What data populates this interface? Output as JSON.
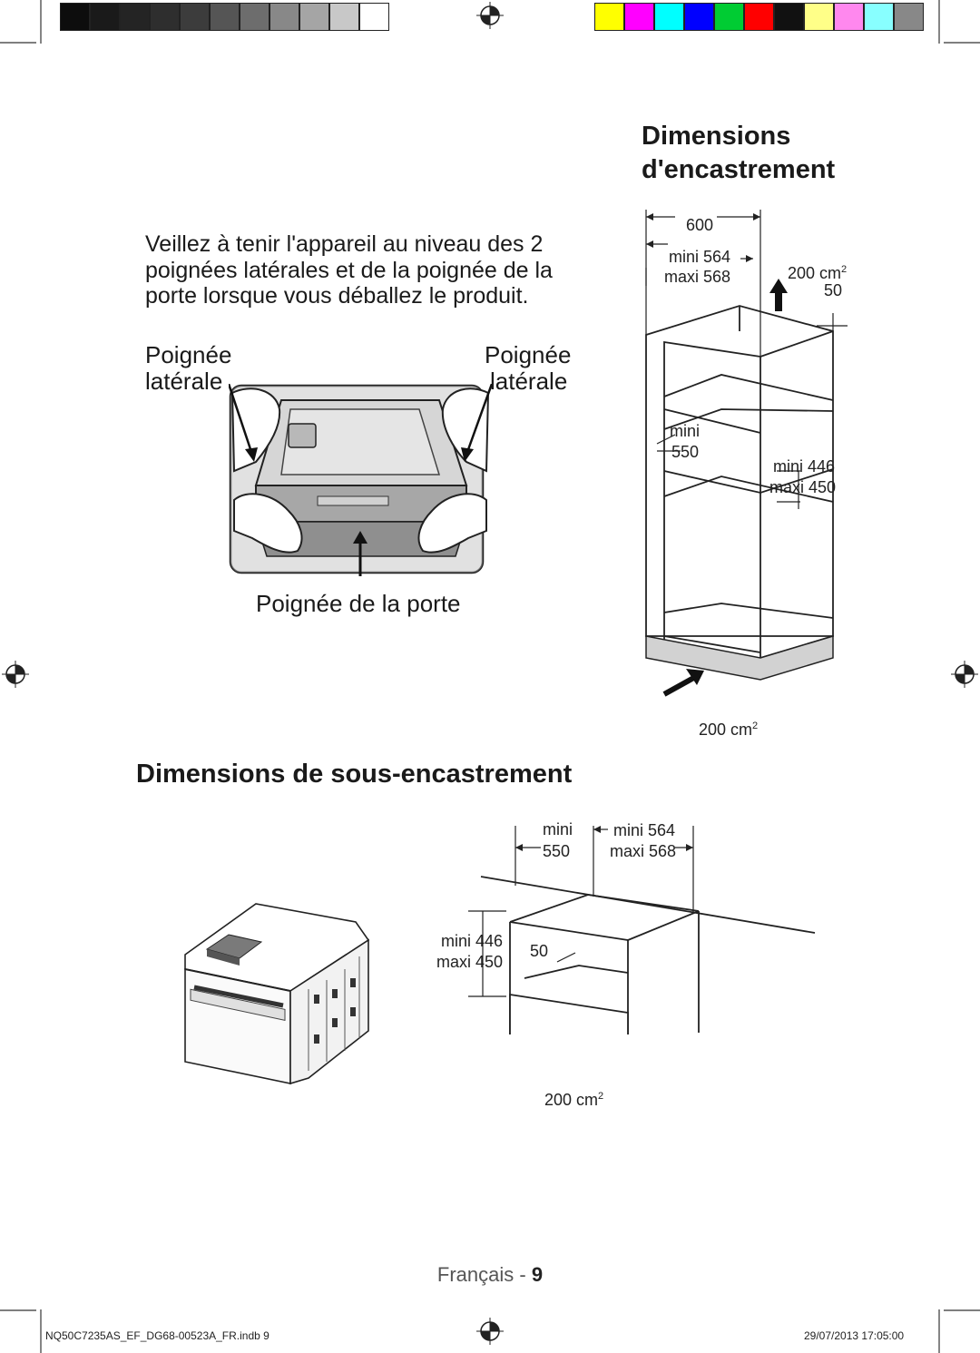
{
  "color_bar": {
    "grays": [
      "#0d0d0d",
      "#1a1a1a",
      "#242424",
      "#2e2e2e",
      "#3c3c3c",
      "#555555",
      "#6d6d6d",
      "#888888",
      "#a5a5a5",
      "#c8c8c8",
      "#ffffff"
    ],
    "colors": [
      "#ffff00",
      "#ff00ff",
      "#00ffff",
      "#0000ff",
      "#00cc33",
      "#ff0000",
      "#111111",
      "#ffff88",
      "#ff88ee",
      "#88ffff",
      "#888888"
    ]
  },
  "section_built_in": {
    "title_line1": "Dimensions",
    "title_line2": "d'encastrement"
  },
  "instructions": {
    "text": "Veillez à tenir l'appareil au niveau des 2 poignées latérales et de la poignée de la porte lorsque vous déballez le produit.",
    "left_handle_line1": "Poignée",
    "left_handle_line2": "latérale",
    "right_handle_line1": "Poignée",
    "right_handle_line2": "latérale",
    "door_handle": "Poignée de la porte"
  },
  "column_dims": {
    "width_total": "600",
    "mini_564": "mini 564",
    "maxi_568": "maxi 568",
    "vent_top": "200 cm",
    "vent_top_sup": "2",
    "gap": "50",
    "mini": "mini",
    "v550": "550",
    "mini_446": "mini 446",
    "maxi_450": "maxi 450",
    "vent_bottom": "200 cm",
    "vent_bottom_sup": "2"
  },
  "section_under": {
    "title": "Dimensions de sous-encastrement"
  },
  "under_dims": {
    "mini": "mini",
    "v550": "550",
    "mini_564": "mini 564",
    "maxi_568": "maxi 568",
    "mini_446": "mini 446",
    "maxi_450": "maxi 450",
    "gap": "50",
    "vent": "200 cm",
    "vent_sup": "2"
  },
  "footer": {
    "language": "Français",
    "page_sep": " - ",
    "page_number": "9",
    "file_name": "NQ50C7235AS_EF_DG68-00523A_FR.indb   9",
    "date_time": "29/07/2013   17:05:00"
  }
}
